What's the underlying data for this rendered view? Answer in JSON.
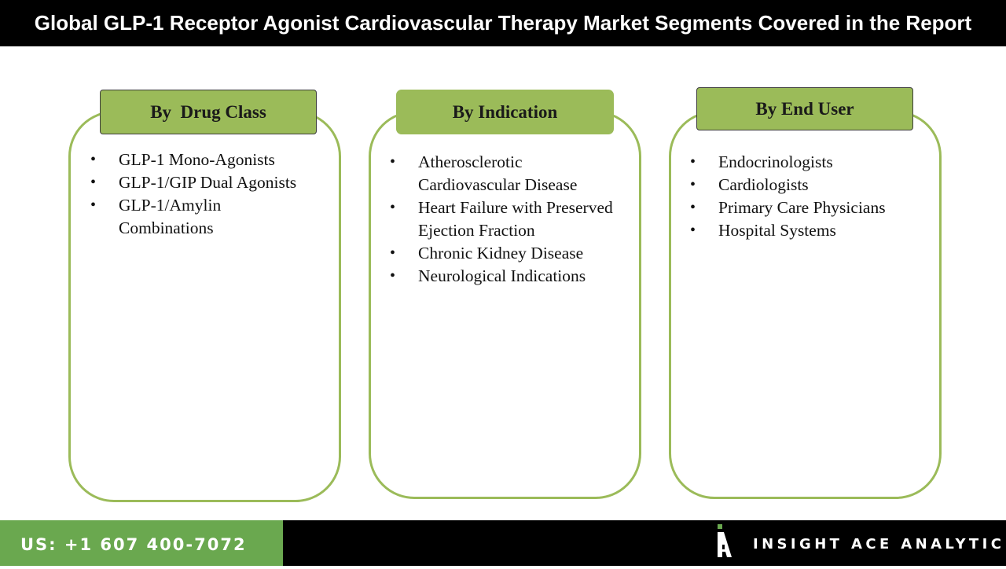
{
  "title": "Global GLP-1 Receptor Agonist Cardiovascular Therapy Market Segments Covered in the Report",
  "segments": [
    {
      "header": "By  Drug Class",
      "items": [
        "GLP-1 Mono-Agonists",
        "GLP-1/GIP Dual Agonists",
        "GLP-1/Amylin Combinations"
      ]
    },
    {
      "header": "By Indication",
      "items": [
        "Atherosclerotic Cardiovascular Disease",
        "Heart Failure with Preserved Ejection Fraction",
        "Chronic Kidney Disease",
        "Neurological Indications"
      ]
    },
    {
      "header": "By End User",
      "items": [
        "Endocrinologists",
        "Cardiologists",
        "Primary Care Physicians",
        "Hospital Systems"
      ]
    }
  ],
  "footer": {
    "phone": "US: +1 607 400-7072",
    "brand": "INSIGHT ACE ANALYTIC"
  },
  "colors": {
    "accent_green": "#9bbb59",
    "footer_green": "#6aa84f",
    "dark": "#000000"
  },
  "icons": [
    "insight-ace-logo-icon",
    "bullet-icon"
  ]
}
